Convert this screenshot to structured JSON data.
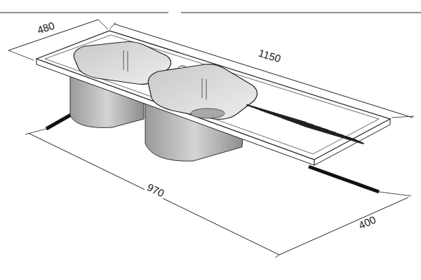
{
  "diagram": {
    "labels": [
      "480",
      "1150",
      "970",
      "400"
    ]
  }
}
